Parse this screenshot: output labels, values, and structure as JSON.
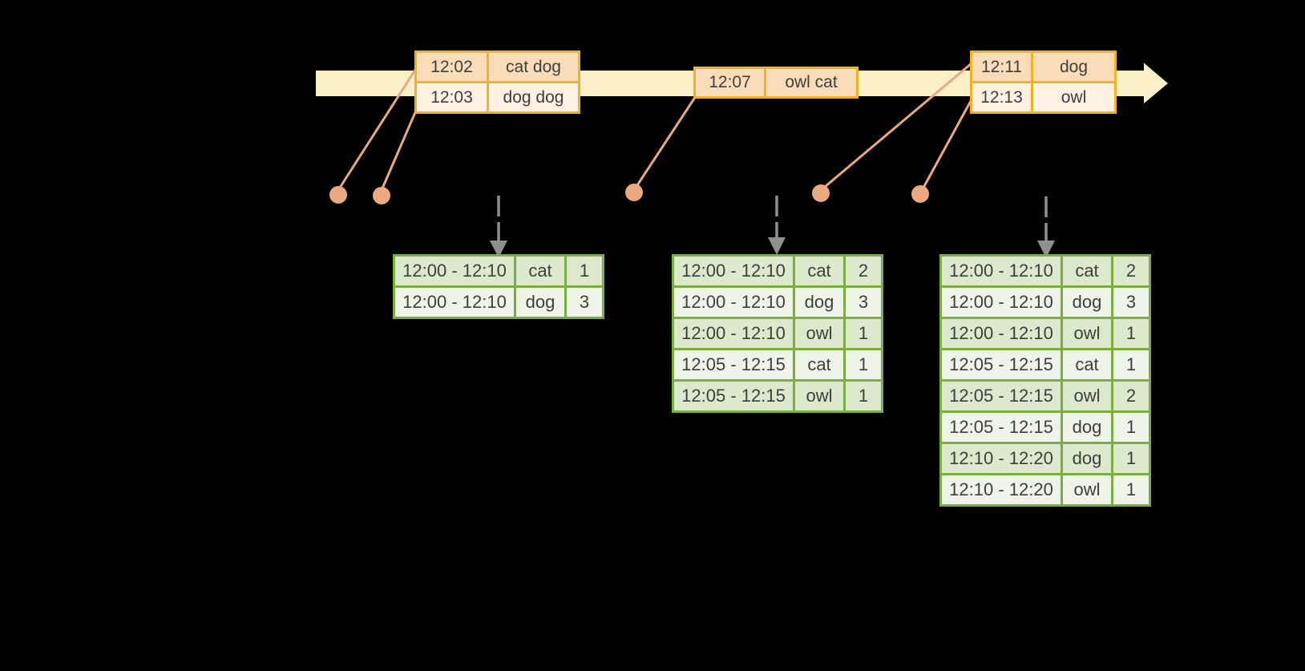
{
  "palette": {
    "background": "#000000",
    "timeline_fill": "#FCF0C8",
    "event_table_border": "#F2B227",
    "event_row_peach": "#FBDCB8",
    "event_row_cream": "#FDF2E2",
    "connector_salmon": "#ECA87F",
    "trigger_arrow_gray": "#909090",
    "result_table_border": "#7AAE41",
    "result_row_sage": "#DCE9CC",
    "result_row_light": "#EFF4E9",
    "text": "#3E3E3E"
  },
  "icons": {
    "timeline_arrowhead": "right-arrow",
    "trigger_arrow": "dashed-down-arrow",
    "event_marker": "dot"
  },
  "event_tables": [
    {
      "rows": [
        [
          "12:02",
          "cat dog"
        ],
        [
          "12:03",
          "dog dog"
        ]
      ]
    },
    {
      "rows": [
        [
          "12:07",
          "owl cat"
        ]
      ]
    },
    {
      "rows": [
        [
          "12:11",
          "dog"
        ],
        [
          "12:13",
          "owl"
        ]
      ]
    }
  ],
  "result_tables": [
    {
      "rows": [
        [
          "12:00 - 12:10",
          "cat",
          "1"
        ],
        [
          "12:00 - 12:10",
          "dog",
          "3"
        ]
      ]
    },
    {
      "rows": [
        [
          "12:00 - 12:10",
          "cat",
          "2"
        ],
        [
          "12:00 - 12:10",
          "dog",
          "3"
        ],
        [
          "12:00 - 12:10",
          "owl",
          "1"
        ],
        [
          "12:05 - 12:15",
          "cat",
          "1"
        ],
        [
          "12:05 - 12:15",
          "owl",
          "1"
        ]
      ]
    },
    {
      "rows": [
        [
          "12:00 - 12:10",
          "cat",
          "2"
        ],
        [
          "12:00 - 12:10",
          "dog",
          "3"
        ],
        [
          "12:00 - 12:10",
          "owl",
          "1"
        ],
        [
          "12:05 - 12:15",
          "cat",
          "1"
        ],
        [
          "12:05 - 12:15",
          "owl",
          "2"
        ],
        [
          "12:05 - 12:15",
          "dog",
          "1"
        ],
        [
          "12:10 - 12:20",
          "dog",
          "1"
        ],
        [
          "12:10 - 12:20",
          "owl",
          "1"
        ]
      ]
    }
  ]
}
